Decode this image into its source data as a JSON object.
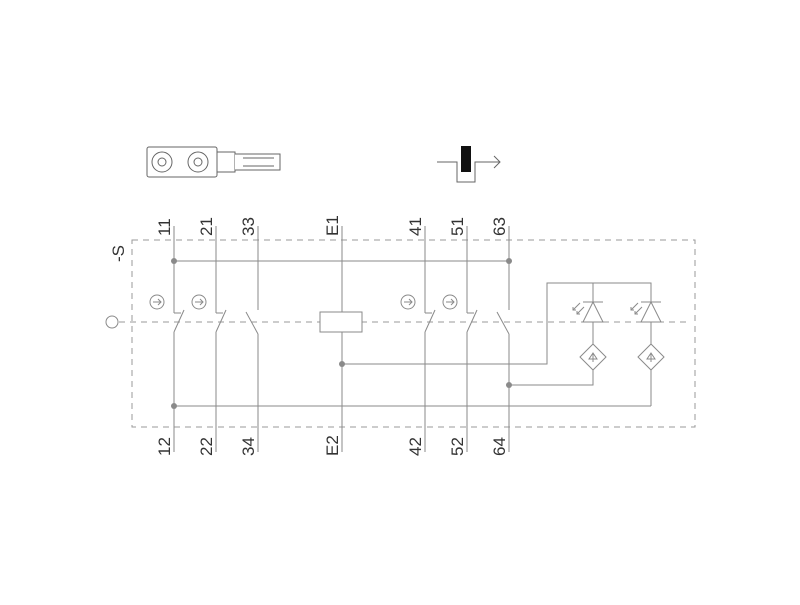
{
  "diagram": {
    "device_tag": "-S",
    "terminals_top": [
      "11",
      "21",
      "33",
      "E1",
      "41",
      "51",
      "63"
    ],
    "terminals_bottom": [
      "12",
      "22",
      "34",
      "E2",
      "42",
      "52",
      "64"
    ]
  },
  "icons": {
    "actuator": "actuator-key-icon",
    "operation": "actuator-travel-symbol-icon",
    "coil": "solenoid-coil-icon",
    "led": "led-icon"
  },
  "colors": {
    "line": "#8a8a8a",
    "frame": "#9a9a9a",
    "text": "#333333",
    "marker": "#111111"
  }
}
